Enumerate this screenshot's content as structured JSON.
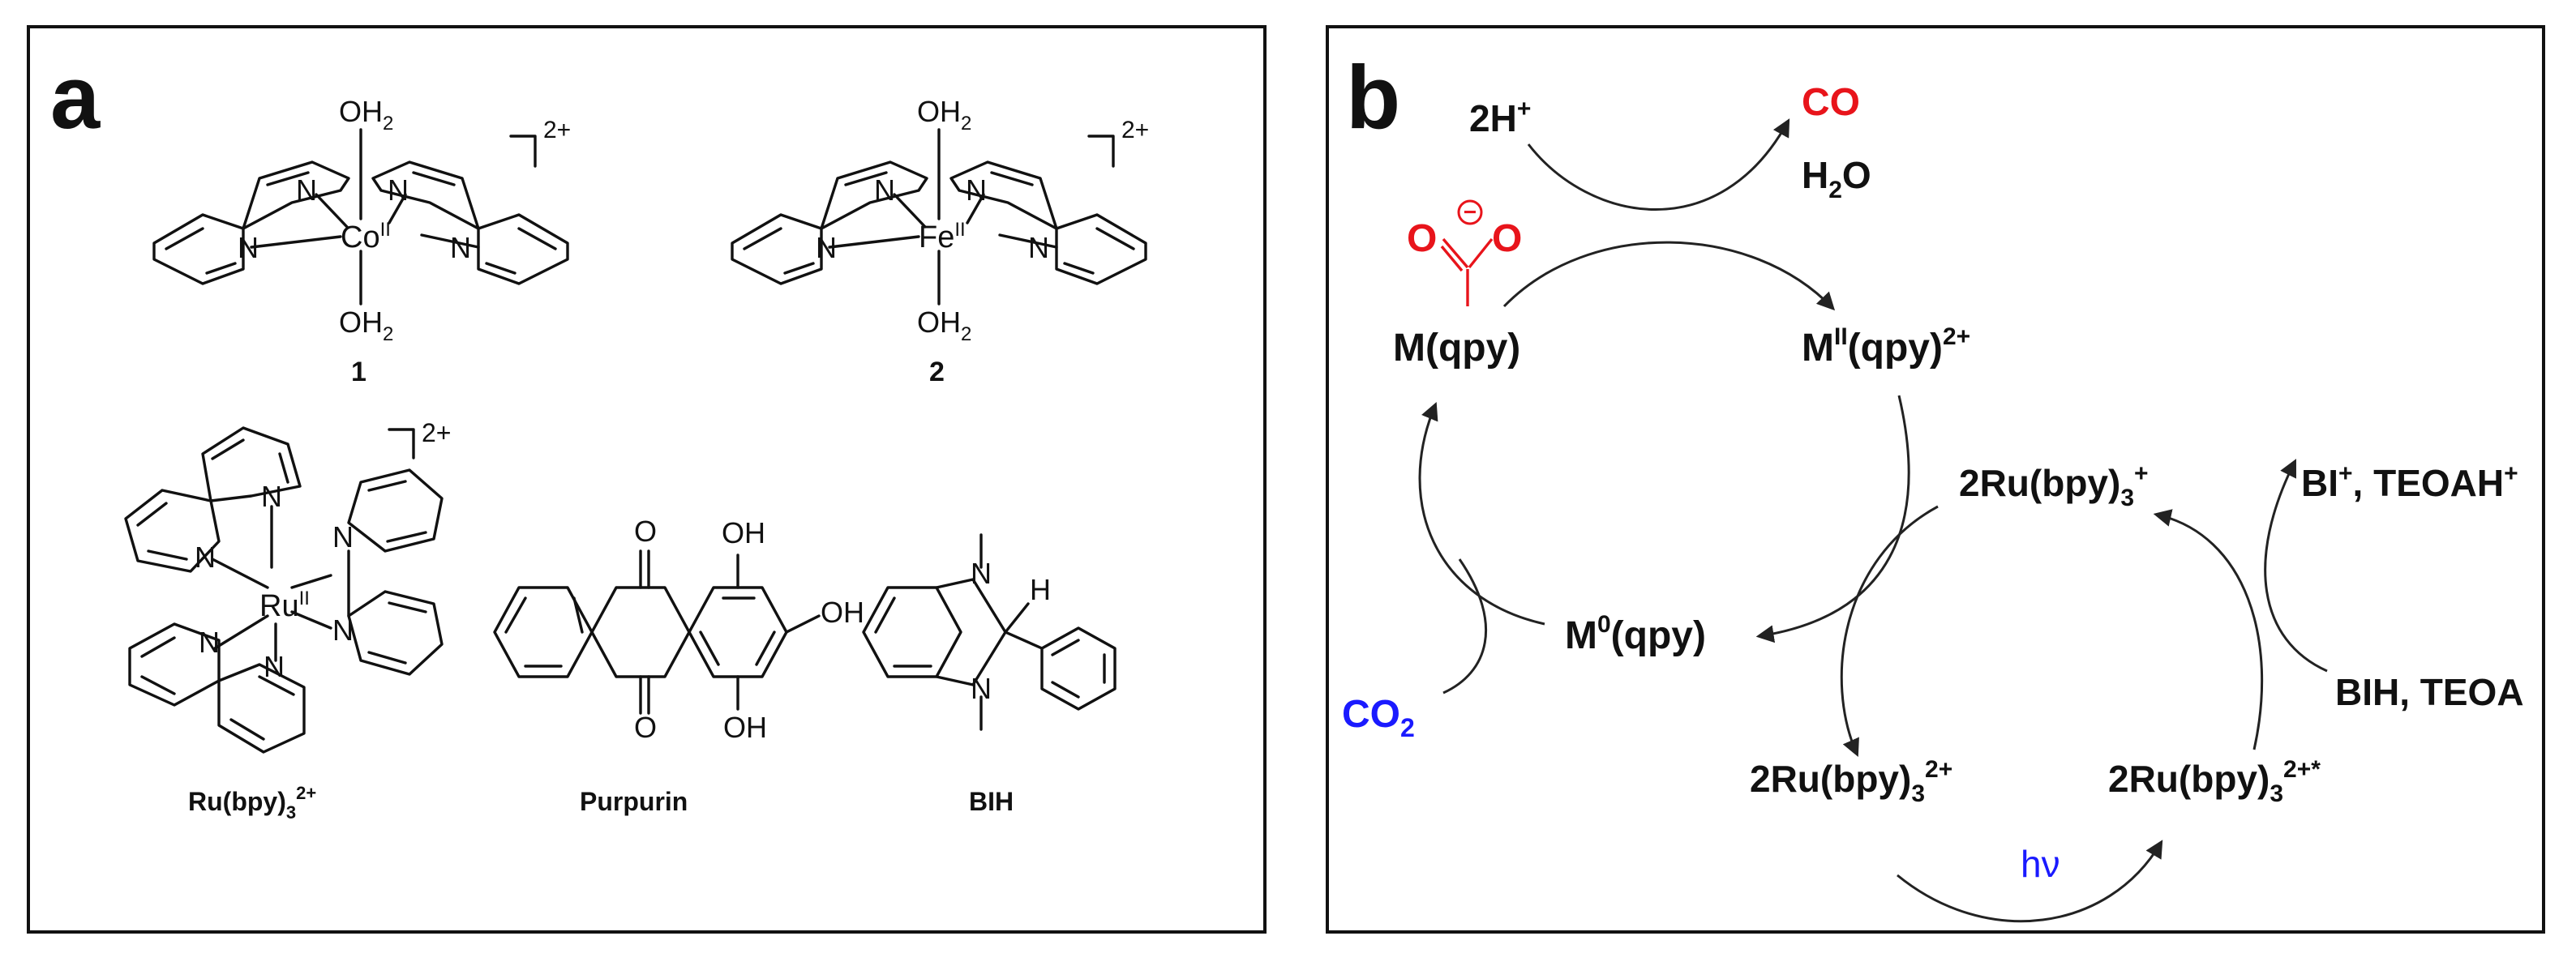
{
  "panel_a": {
    "label": "a",
    "complex1": {
      "id": "1",
      "charge": "2+",
      "metal": "Co",
      "ox": "II",
      "water": "OH",
      "water_sub": "2",
      "n": "N"
    },
    "complex2": {
      "id": "2",
      "charge": "2+",
      "metal": "Fe",
      "ox": "II",
      "water": "OH",
      "water_sub": "2",
      "n": "N"
    },
    "ru": {
      "charge": "2+",
      "metal": "Ru",
      "ox": "II",
      "n": "N",
      "name_main": "Ru(bpy)",
      "name_sub": "3",
      "name_sup": "2+"
    },
    "purpurin": {
      "name": "Purpurin",
      "o": "O",
      "oh": "OH"
    },
    "bih": {
      "name": "BIH",
      "n": "N",
      "h": "H"
    }
  },
  "panel_b": {
    "label": "b",
    "h_plus": {
      "main": "2H",
      "sup": "+"
    },
    "co": "CO",
    "h2o": {
      "a": "H",
      "sub": "2",
      "b": "O"
    },
    "carboxylate": {
      "o_left": "O",
      "o_right": "O",
      "minus": "−"
    },
    "m_qpy": "M(qpy)",
    "m2_qpy": {
      "a": "M",
      "sup1": "II",
      "b": "(qpy)",
      "sup2": "2+"
    },
    "m0_qpy": {
      "a": "M",
      "sup": "0",
      "b": "(qpy)"
    },
    "co2": {
      "a": "CO",
      "sub": "2"
    },
    "ru_plus": {
      "a": "2Ru(bpy)",
      "sub": "3",
      "sup": "+"
    },
    "ru_2plus": {
      "a": "2Ru(bpy)",
      "sub": "3",
      "sup": "2+"
    },
    "ru_excited": {
      "a": "2Ru(bpy)",
      "sub": "3",
      "sup": "2+*"
    },
    "bi_teoah": {
      "a": "BI",
      "sup1": "+",
      "b": ", TEOAH",
      "sup2": "+"
    },
    "bih_teoa": "BIH, TEOA",
    "hv": "hν"
  },
  "colors": {
    "red": "#e8141b",
    "blue": "#1a1aff",
    "black": "#111111"
  }
}
